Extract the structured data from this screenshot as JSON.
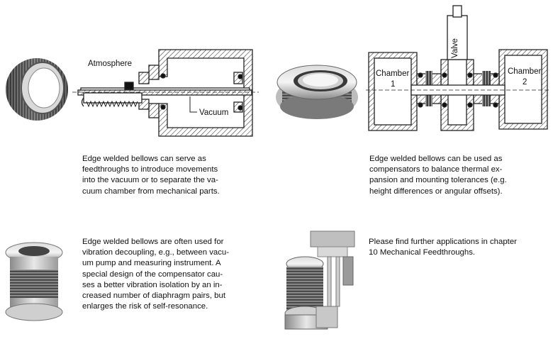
{
  "diagram_feedthrough": {
    "label_atmosphere": "Atmosphere",
    "label_vacuum": "Vacuum"
  },
  "diagram_compensator": {
    "label_chamber1_a": "Chamber",
    "label_chamber1_b": "1",
    "label_valve": "Valve",
    "label_chamber2_a": "Chamber",
    "label_chamber2_b": "2"
  },
  "para_feedthrough": [
    "Edge welded bellows can serve as",
    "feedthroughs to introduce movements",
    "into the vacuum or to separate the va-",
    "cuum chamber from mechanical parts."
  ],
  "para_compensator": [
    "Edge welded bellows can be used as",
    "compensators to balance thermal ex-",
    "pansion and mounting tolerances (e.g.",
    "height differences or angular offsets)."
  ],
  "para_vibration": [
    "Edge welded bellows are often used for",
    "vibration decoupling, e.g., between vacu-",
    "um pump and measuring instrument. A",
    "special design of the compensator cau-",
    "ses a better vibration isolation by an in-",
    "creased number of diaphragm pairs, but",
    "enlarges the risk of self-resonance."
  ],
  "para_further": [
    "Please find further applications in chapter",
    "10 Mechanical Feedthroughs."
  ]
}
